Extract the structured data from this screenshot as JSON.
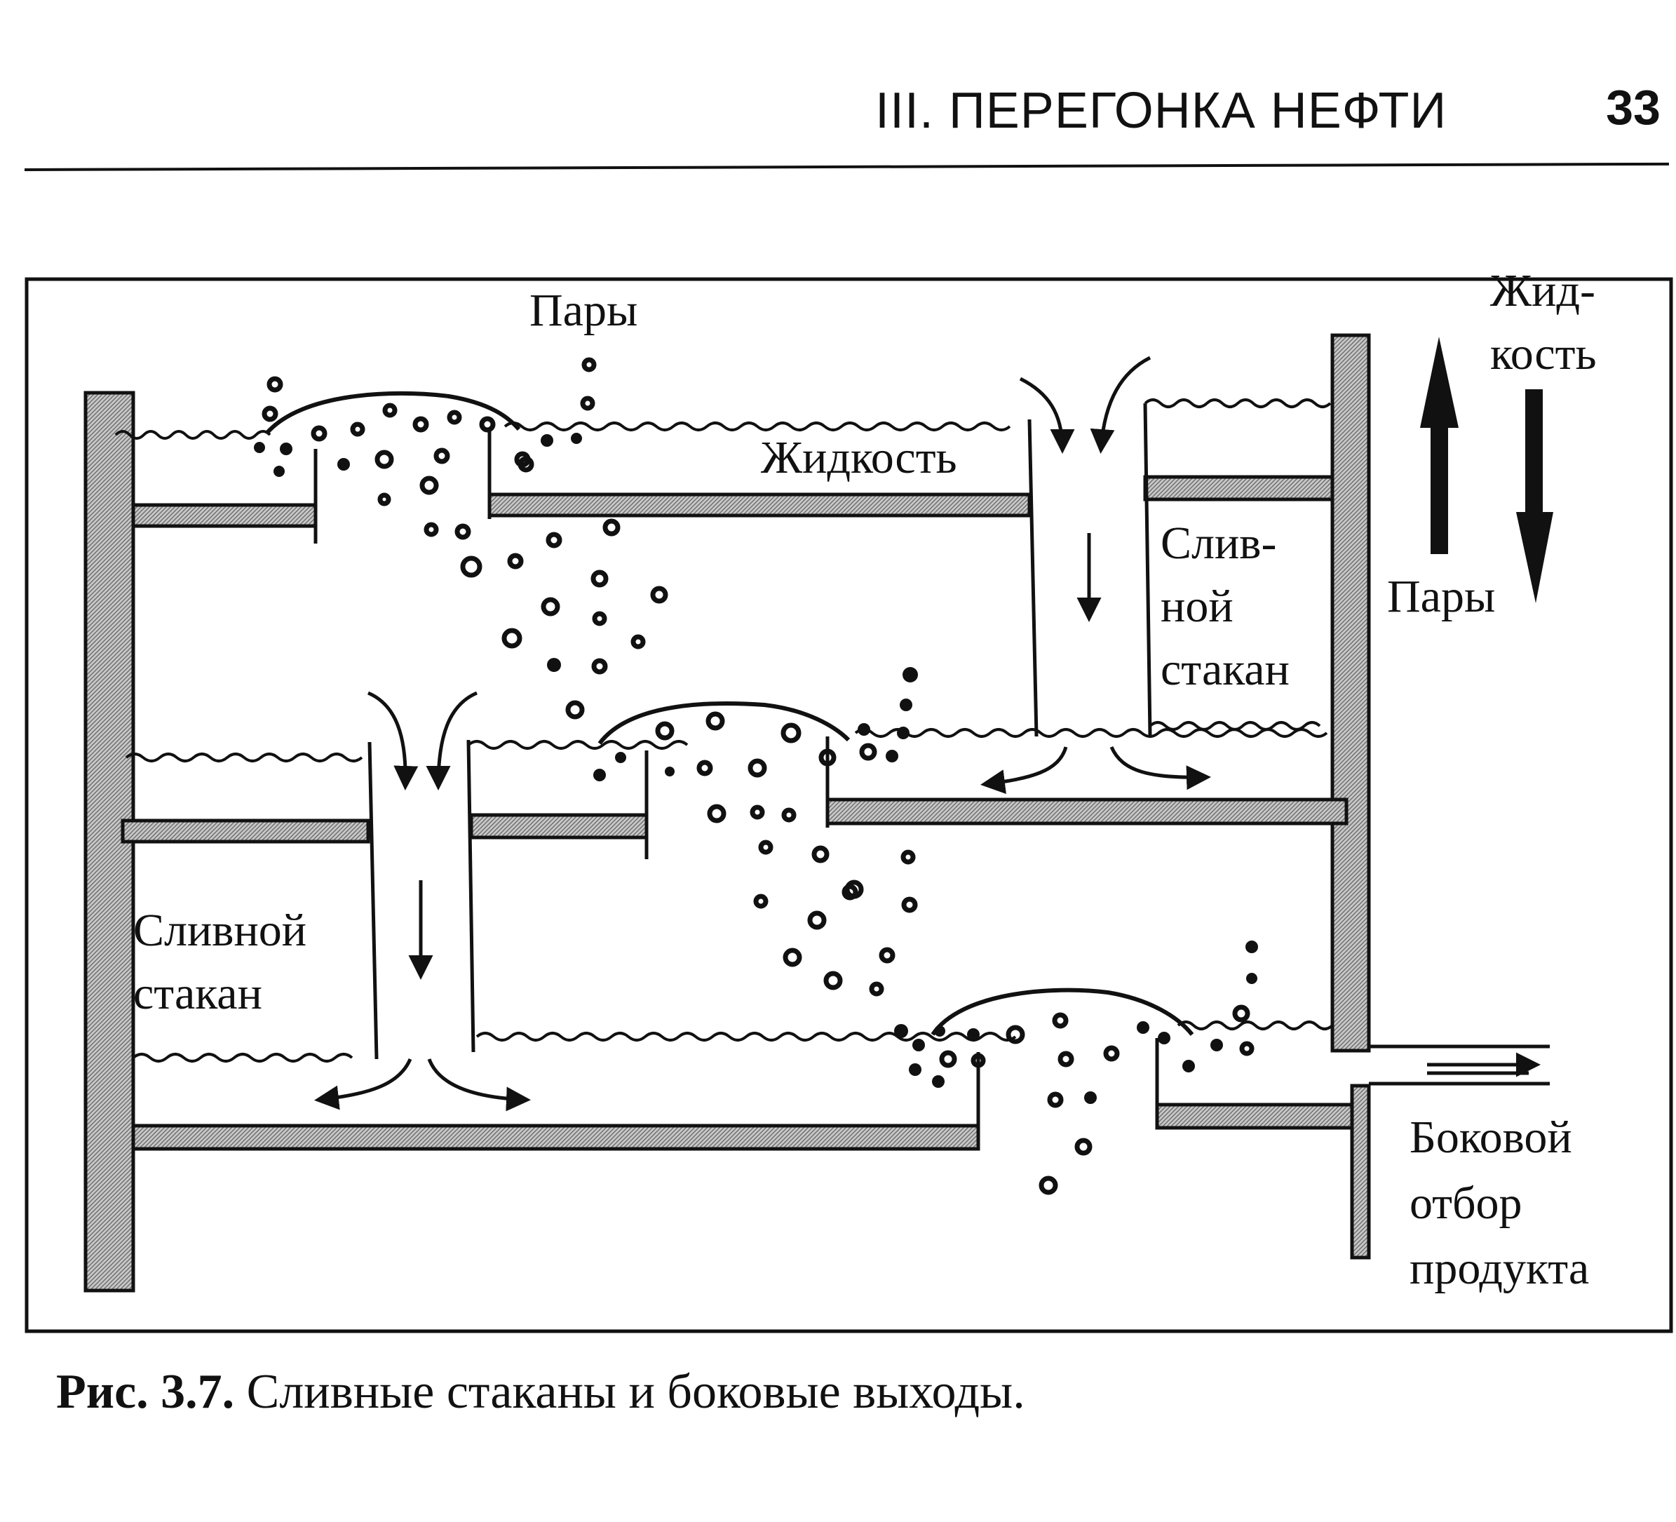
{
  "header": {
    "chapter": "III. ПЕРЕГОНКА НЕФТИ",
    "page_number": "33"
  },
  "diagram": {
    "labels": {
      "vapors_top": "Пары",
      "liquid_tray": "Жидкость",
      "downcomer_right": "Слив-\nной\nстакан",
      "legend_liquid": "Жид-\nкость",
      "legend_vapors": "Пары",
      "downcomer_left": "Сливной\nстакан",
      "side_draw": "Боковой\nотбор\nпродукта"
    },
    "colors": {
      "ink": "#111111",
      "hatch": "#9a9a9a"
    }
  },
  "caption": {
    "number": "Рис. 3.7.",
    "text": "Сливные стаканы и боковые выходы."
  }
}
